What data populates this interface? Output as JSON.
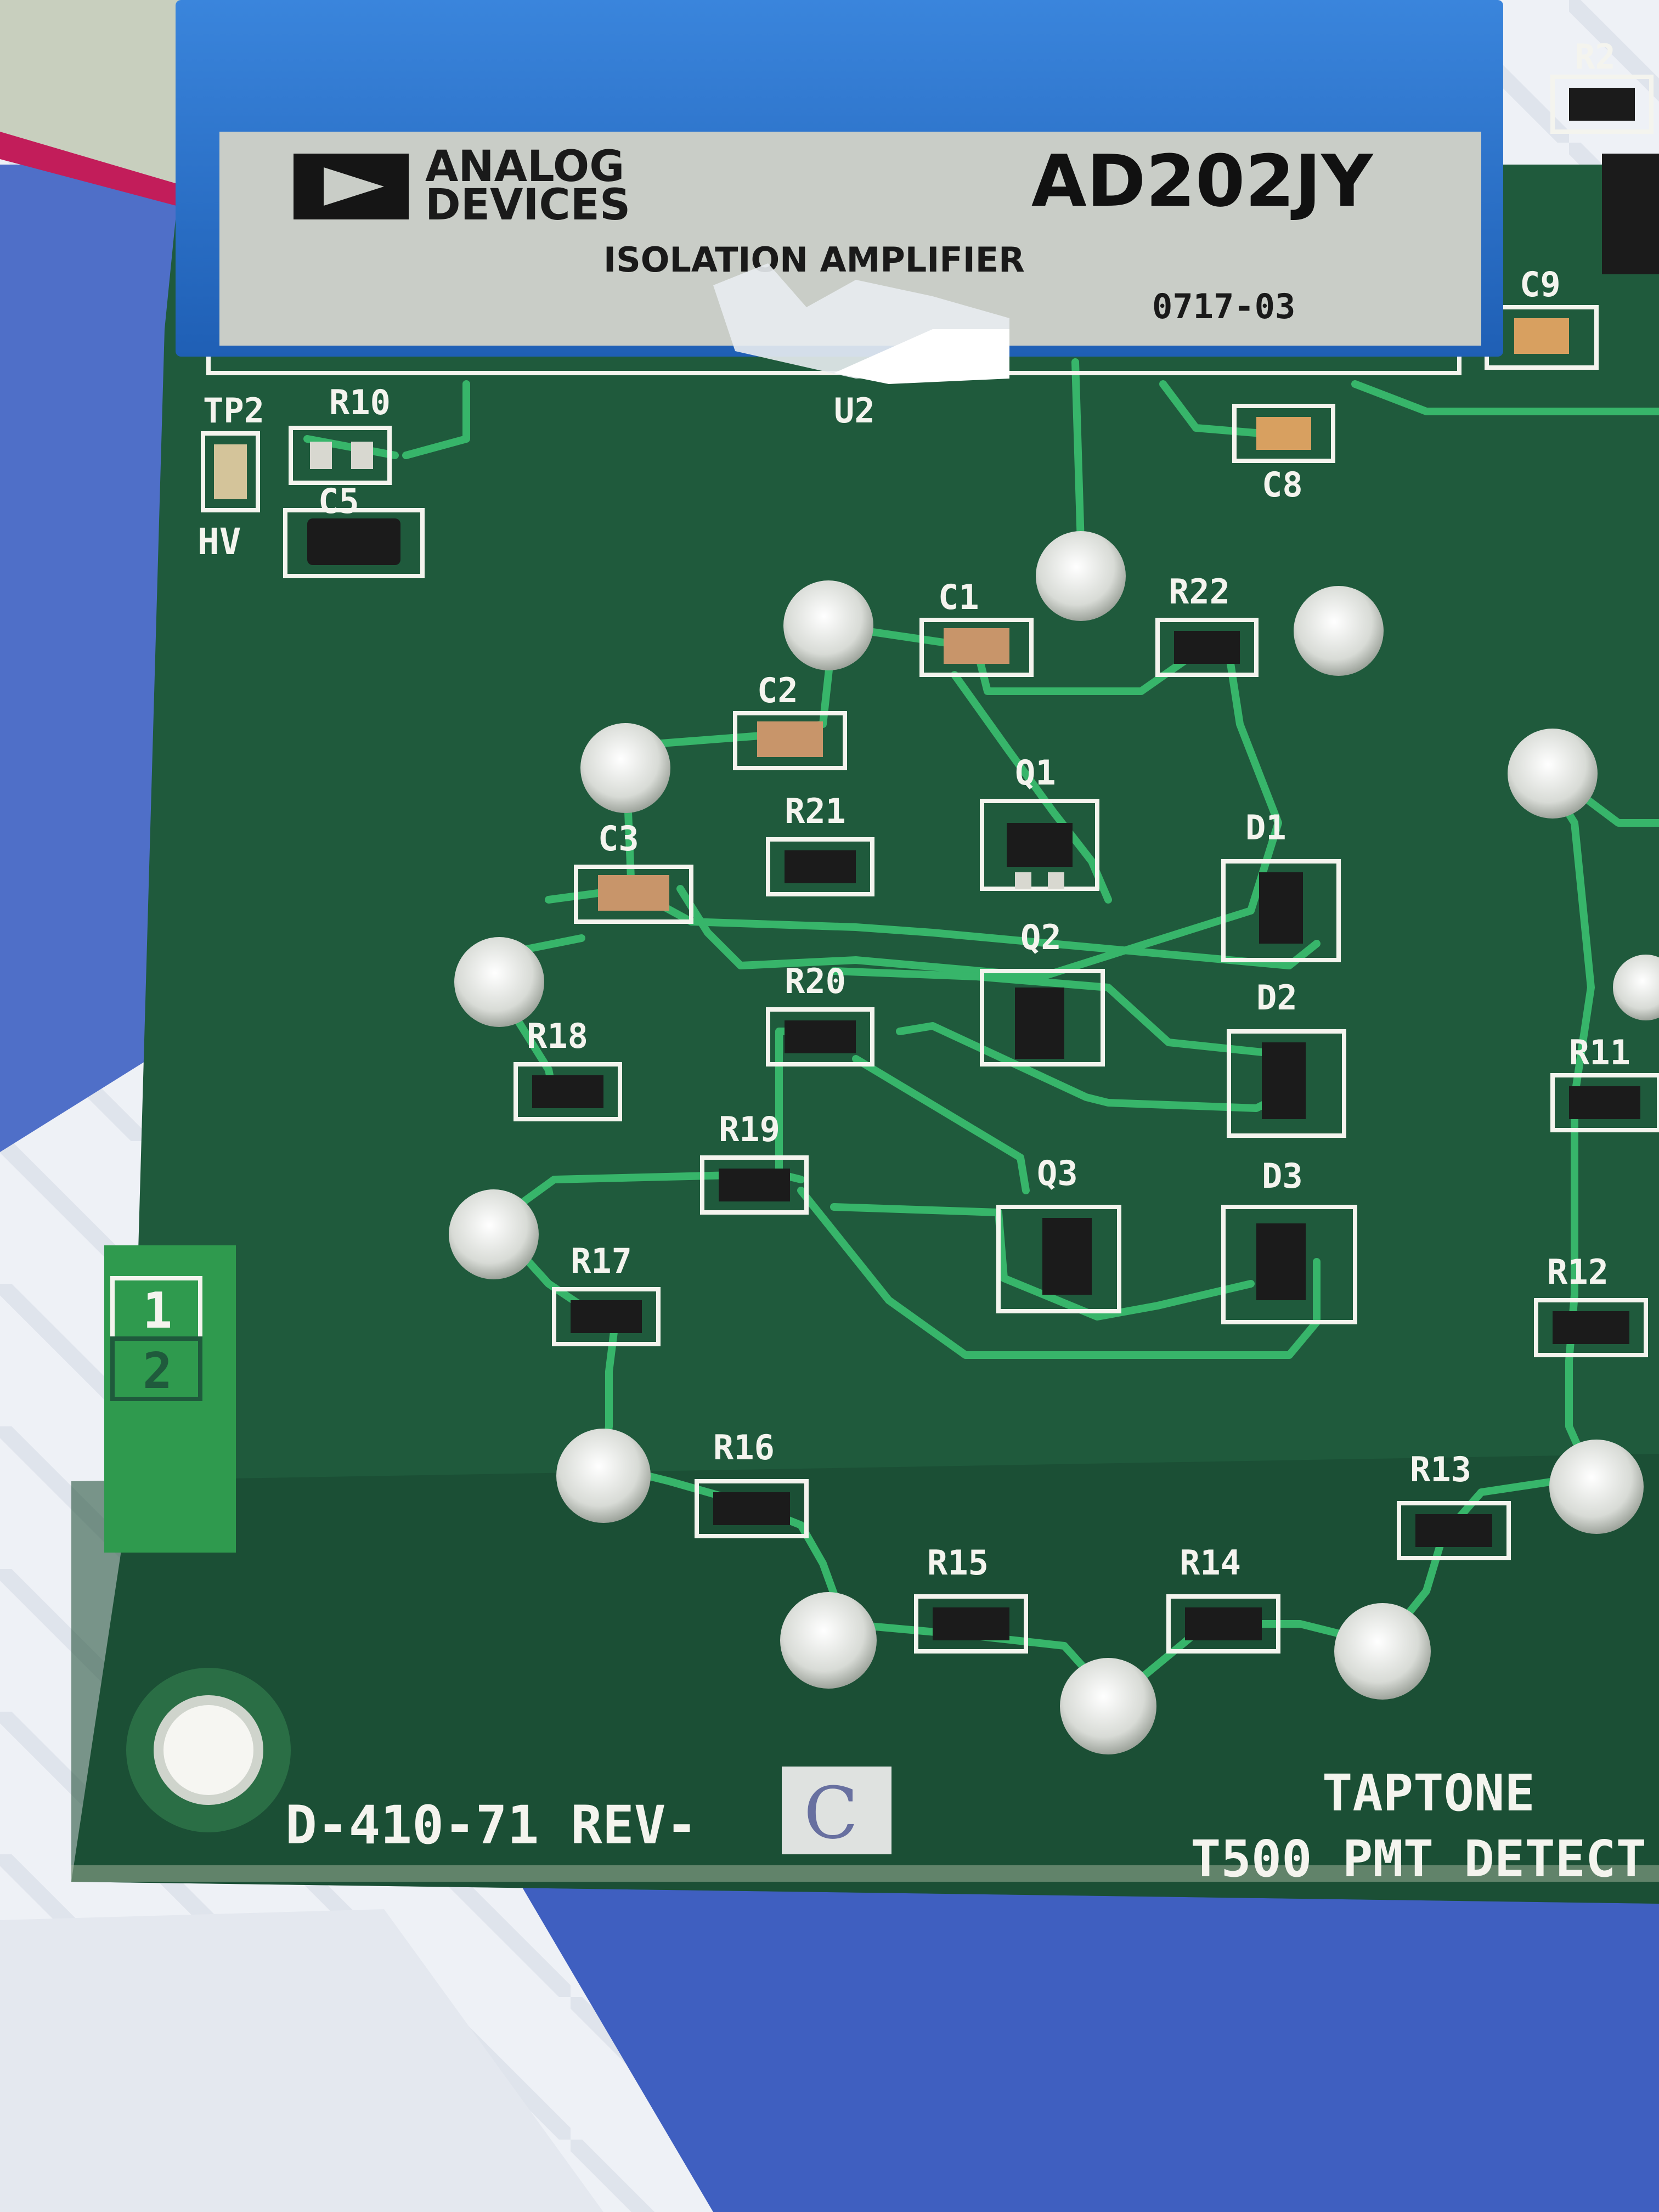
{
  "chip": {
    "brand_line1": "ANALOG",
    "brand_line2": "DEVICES",
    "part_number": "AD202JY",
    "description": "ISOLATION AMPLIFIER",
    "date_code": "0717-03"
  },
  "board": {
    "ref_u2": "U2",
    "tp2": "TP2",
    "hv": "HV",
    "part_number": "D-410-71 REV-",
    "rev_handwritten": "C",
    "brand": "TAPTONE",
    "product": "T500 PMT DETECT",
    "connector_pin1": "1",
    "connector_pin2": "2"
  },
  "ref_designators": {
    "R2": "R2",
    "C9": "C9",
    "R10": "R10",
    "C5": "C5",
    "C8": "C8",
    "C1": "C1",
    "R22": "R22",
    "C2": "C2",
    "Q1": "Q1",
    "R21": "R21",
    "C3": "C3",
    "D1": "D1",
    "Q2": "Q2",
    "R20": "R20",
    "D2": "D2",
    "R18": "R18",
    "R11": "R11",
    "R19": "R19",
    "Q3": "Q3",
    "D3": "D3",
    "R17": "R17",
    "R12": "R12",
    "R16": "R16",
    "R13": "R13",
    "R15": "R15",
    "R14": "R14"
  },
  "colors": {
    "pcb": "#1f5a3c",
    "trace": "#37b56a",
    "chip_body": "#2a73c9",
    "label": "#c9cdc7",
    "silkscreen": "#f4f4ee"
  }
}
